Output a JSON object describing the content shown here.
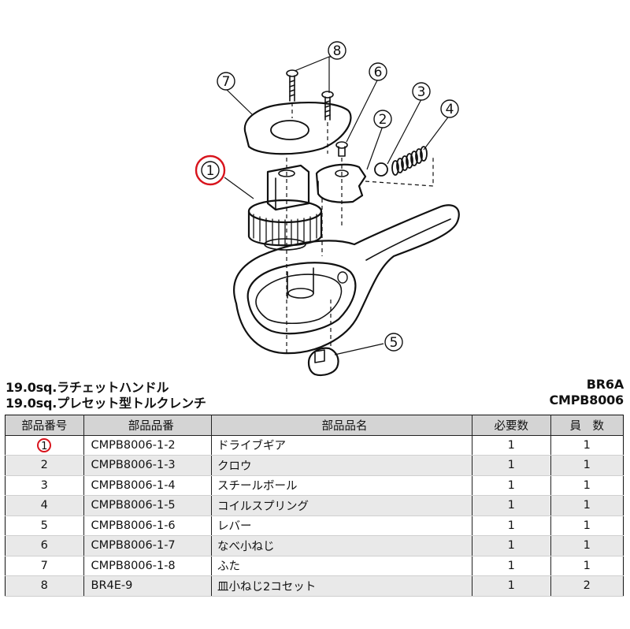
{
  "header": {
    "title_line1": "19.0sq.ラチェットハンドル",
    "title_line2": "19.0sq.プレセット型トルクレンチ",
    "model_line1": "BR6A",
    "model_line2": "CMPB8006"
  },
  "diagram": {
    "callouts": [
      "1",
      "2",
      "3",
      "4",
      "5",
      "6",
      "7",
      "8"
    ],
    "highlight_color": "#d8141d"
  },
  "table": {
    "headers": [
      "部品番号",
      "部品品番",
      "部品品名",
      "必要数",
      "員　数"
    ],
    "rows": [
      {
        "no": "1",
        "code": "CMPB8006-1-2",
        "name": "ドライブギア",
        "req": "1",
        "qty": "1"
      },
      {
        "no": "2",
        "code": "CMPB8006-1-3",
        "name": "クロウ",
        "req": "1",
        "qty": "1"
      },
      {
        "no": "3",
        "code": "CMPB8006-1-4",
        "name": "スチールボール",
        "req": "1",
        "qty": "1"
      },
      {
        "no": "4",
        "code": "CMPB8006-1-5",
        "name": "コイルスプリング",
        "req": "1",
        "qty": "1"
      },
      {
        "no": "5",
        "code": "CMPB8006-1-6",
        "name": "レバー",
        "req": "1",
        "qty": "1"
      },
      {
        "no": "6",
        "code": "CMPB8006-1-7",
        "name": "なべ小ねじ",
        "req": "1",
        "qty": "1"
      },
      {
        "no": "7",
        "code": "CMPB8006-1-8",
        "name": "ふた",
        "req": "1",
        "qty": "1"
      },
      {
        "no": "8",
        "code": "BR4E-9",
        "name": "皿小ねじ2コセット",
        "req": "1",
        "qty": "2"
      }
    ]
  }
}
